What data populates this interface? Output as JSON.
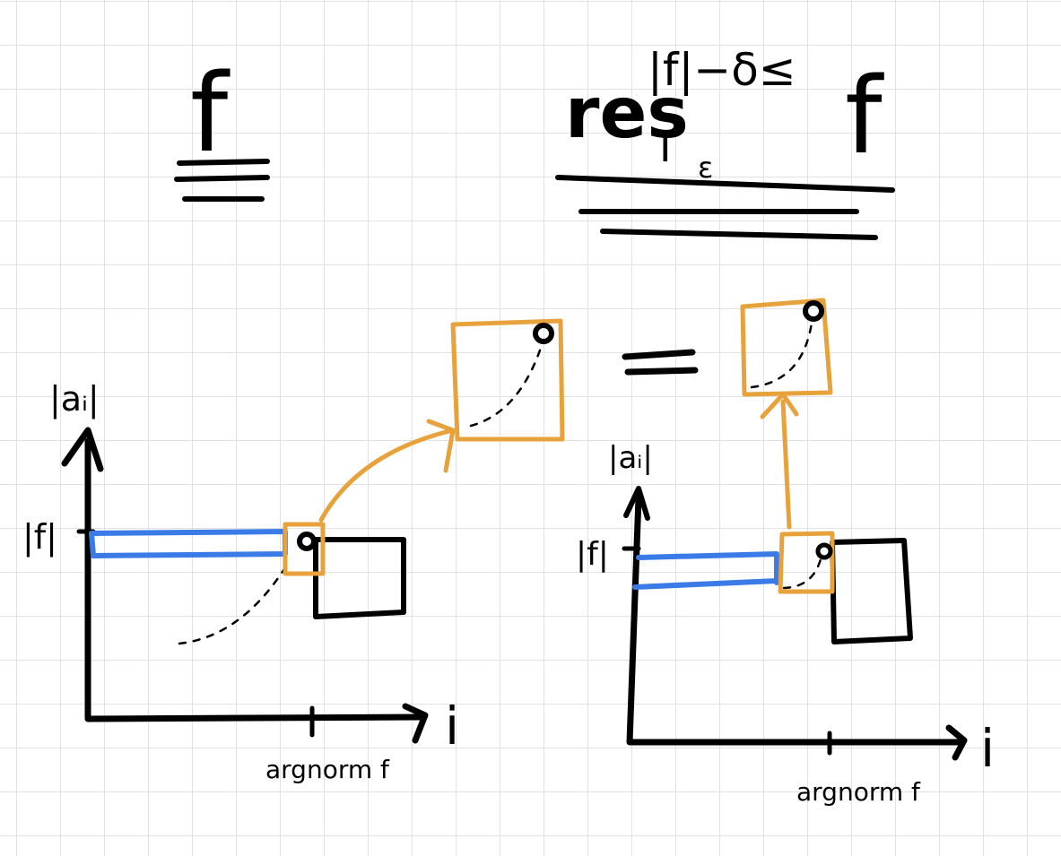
{
  "left_title": "f",
  "right_title": {
    "operator": "res",
    "subscript": "I",
    "sub_subscript": "ε",
    "superscript": "|f|−δ≤",
    "argument": "f"
  },
  "equals_sign": "=",
  "left_plot": {
    "y_label": "|aᵢ|",
    "level_label": "|f|",
    "x_label": "i",
    "tick_label": "argnorm f"
  },
  "right_plot": {
    "y_label": "|aᵢ|",
    "level_label": "|f|",
    "x_label": "i",
    "tick_label": "argnorm f"
  },
  "colors": {
    "ink": "#000000",
    "highlight_orange": "#e8a23c",
    "highlight_blue": "#3a7be8",
    "grid": "#e2e2e2"
  }
}
